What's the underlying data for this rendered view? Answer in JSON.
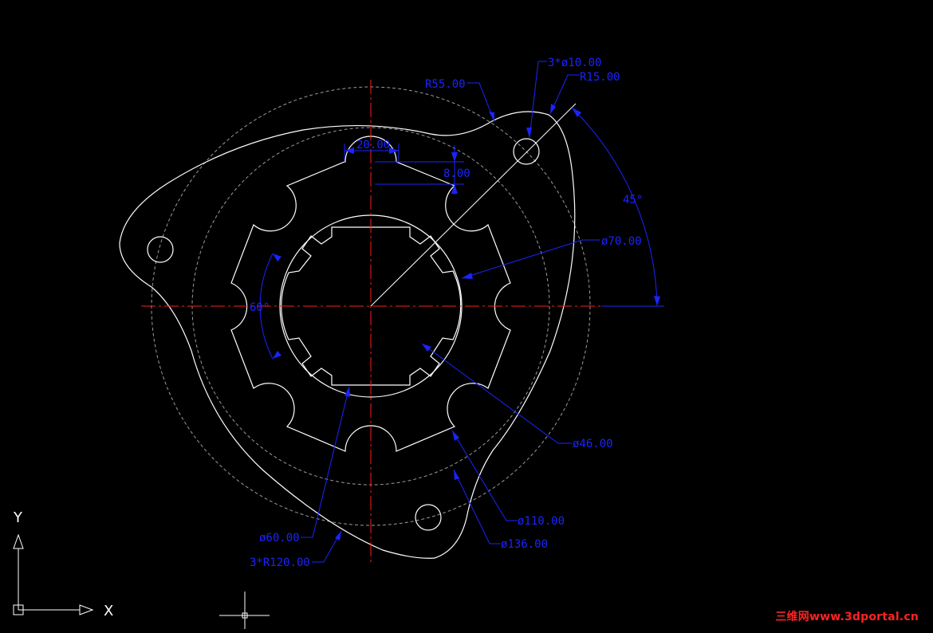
{
  "app": {
    "background": "#000000",
    "colors": {
      "outline": "#ffffff",
      "hidden": "#9a9a9a",
      "center": "#ff1a1a",
      "dimension": "#1a24ff",
      "watermark": "#ff2222"
    }
  },
  "dimensions": {
    "r55": "R55.00",
    "holes": "3*ø10.00",
    "r15": "R15.00",
    "w20": "20.00",
    "d8": "8.00",
    "a45": "45°",
    "d70": "ø70.00",
    "a60": "60°",
    "d46": "ø46.00",
    "d110": "ø110.00",
    "d136": "ø136.00",
    "d60": "ø60.00",
    "r120": "3*R120.00"
  },
  "ucs": {
    "x_label": "X",
    "y_label": "Y"
  },
  "watermark": {
    "text": "三维网www.3dportal.cn"
  }
}
